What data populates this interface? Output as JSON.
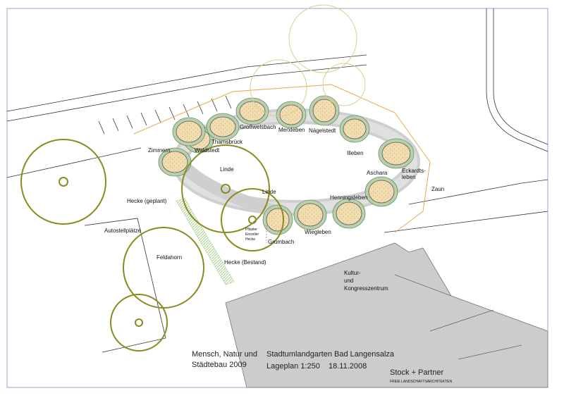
{
  "colors": {
    "tree_outline": "#8a8a1f",
    "tree_light": "#d9cf8c",
    "bed_fill": "#f1ddb0",
    "bed_ring": "#b9cfad",
    "path_fill": "#d5d5d5",
    "building": "#cccccc",
    "frame": "#8fa7d8",
    "hedge": "#a8d08a",
    "boundary": "#e8a94a"
  },
  "beds": [
    {
      "name": "Zimmern"
    },
    {
      "name": "Waldstedt"
    },
    {
      "name": "Thamsbrück"
    },
    {
      "name": "Großwelsbach"
    },
    {
      "name": "Merxleben"
    },
    {
      "name": "Nägelstedt"
    },
    {
      "name": "Illeben"
    },
    {
      "name": "Aschara"
    },
    {
      "name": "Eckardts-"
    },
    {
      "name": "leben"
    },
    {
      "name": "Henningsleben"
    },
    {
      "name": "Wiegleben"
    },
    {
      "name": "Grumbach"
    }
  ],
  "trees": [
    {
      "name": "Linde"
    },
    {
      "name": "Linde"
    },
    {
      "name": "Feldahorn"
    }
  ],
  "labels": {
    "hedge_planned": "Hecke (geplant)",
    "hedge_existing": "Hecke (Bestand)",
    "parking": "Autostellplätze",
    "fence": "Zaun",
    "legend_1": "Pflaster",
    "legend_2": "Einzeller",
    "legend_3": "Hecke",
    "building_1": "Kultur-",
    "building_2": "und",
    "building_3": "Kongresszentrum"
  },
  "title_block": {
    "project_1": "Mensch, Natur und",
    "project_2": "Städtebau 2009",
    "title": "Stadtumlandgarten Bad Langensalza",
    "scale": "Lageplan 1:250",
    "date": "18.11.2008",
    "firm": "Stock + Partner",
    "firm_sub": "FREIE LANDSCHAFTSARCHITEKTEN"
  }
}
